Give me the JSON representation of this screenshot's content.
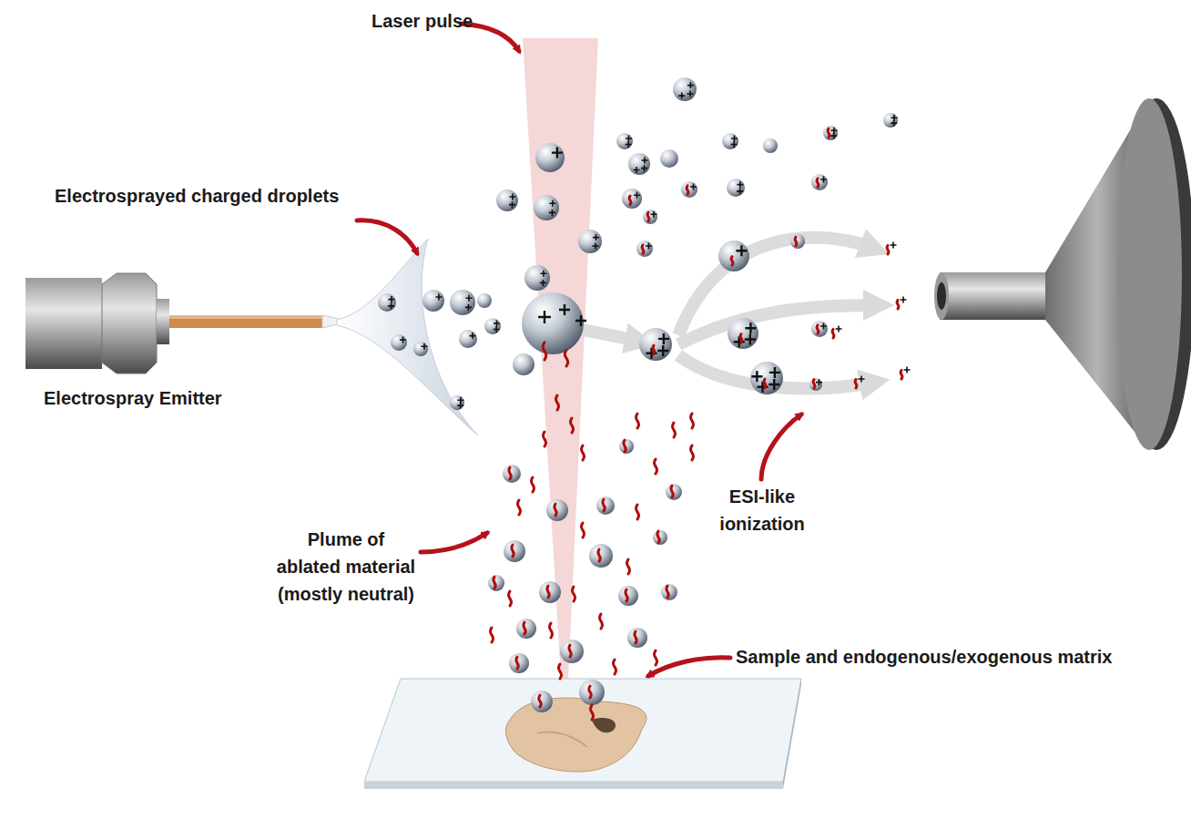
{
  "diagram": {
    "labels": [
      "Laser pulse",
      "Electrosprayed charged droplets",
      "Electrospray Emitter",
      "Plume of ablated material (mostly neutral)",
      "ESI-like ionization",
      "Sample and endogenous/exogenous matrix"
    ]
  }
}
